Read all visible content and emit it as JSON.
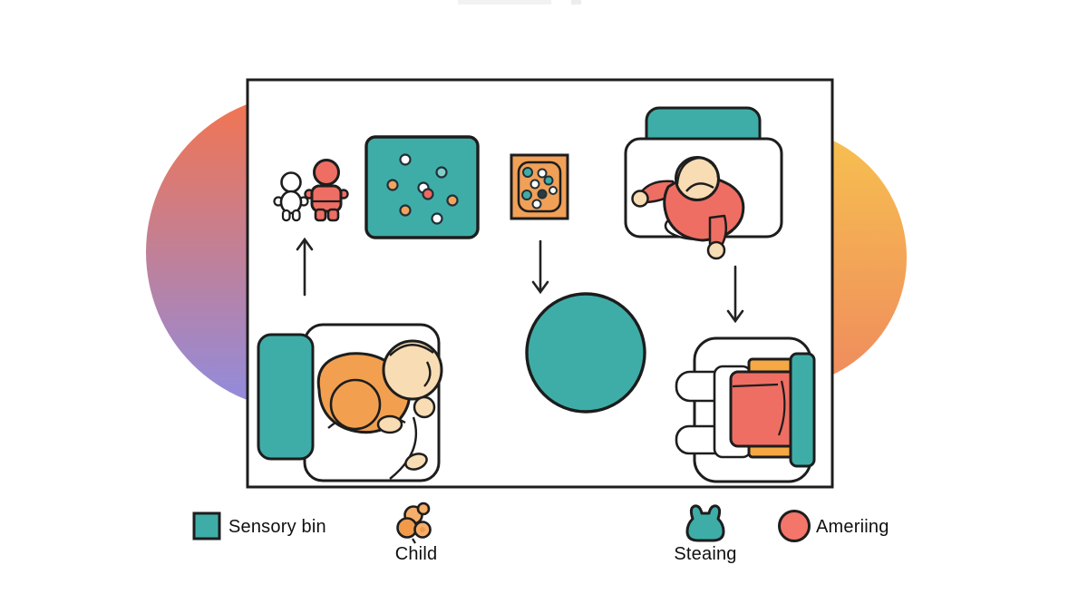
{
  "legend": {
    "items": [
      {
        "id": "sensory-bin",
        "label": "Sensory bin",
        "swatch": "teal-square-icon"
      },
      {
        "id": "child",
        "label": "Child",
        "swatch": "orange-child-cluster-icon"
      },
      {
        "id": "steaing",
        "label": "Steaing",
        "swatch": "teal-bag-icon"
      },
      {
        "id": "ameriing",
        "label": "Ameriing",
        "swatch": "coral-circle-icon"
      }
    ]
  },
  "diagram": {
    "elements": [
      "child-pair-icon",
      "sensory-mat-icon",
      "small-sensory-bin-icon",
      "table-with-child-icon",
      "ball-icon",
      "sleeping-child-icon",
      "bed-with-child-icon",
      "up-arrow-icon",
      "down-arrow-center-icon",
      "down-arrow-right-icon"
    ]
  },
  "colors": {
    "teal": "#3fada7",
    "coral": "#ef6e63",
    "orange": "#f2a050",
    "orange_light": "#f6ae6c",
    "skin": "#f8dcb4",
    "outline": "#1d1d1d",
    "blob_left_top": "#f4744e",
    "blob_left_bottom": "#8f8ce0",
    "blob_right_top": "#f7c14f",
    "blob_right_bottom": "#ef8a5e"
  }
}
